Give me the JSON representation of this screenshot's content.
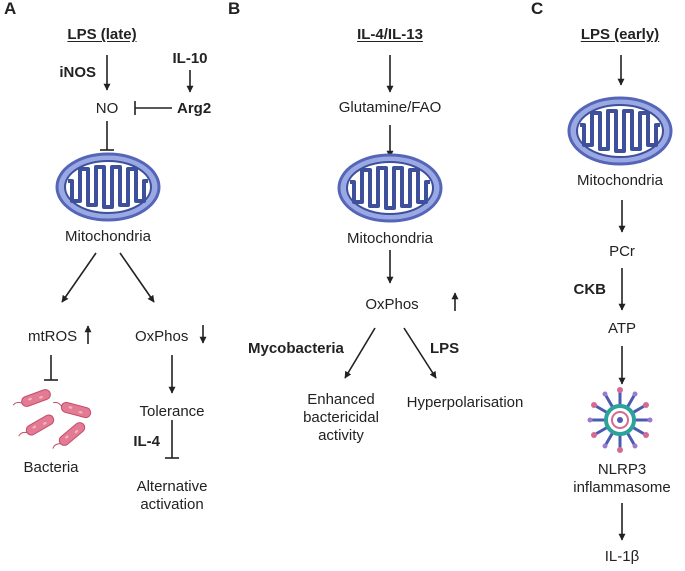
{
  "panel_a": {
    "letter": "A",
    "title": "LPS (late)",
    "inos": "iNOS",
    "il10": "IL-10",
    "no": "NO",
    "arg2": "Arg2",
    "mitochondria": "Mitochondria",
    "mtros": "mtROS",
    "oxphos": "OxPhos",
    "bacteria": "Bacteria",
    "tolerance": "Tolerance",
    "il4": "IL-4",
    "alt_line1": "Alternative",
    "alt_line2": "activation"
  },
  "panel_b": {
    "letter": "B",
    "title": "IL-4/IL-13",
    "glutamine": "Glutamine/FAO",
    "mitochondria": "Mitochondria",
    "oxphos": "OxPhos",
    "mycobacteria": "Mycobacteria",
    "lps": "LPS",
    "enh_line1": "Enhanced",
    "enh_line2": "bactericidal",
    "enh_line3": "activity",
    "hyper": "Hyperpolarisation"
  },
  "panel_c": {
    "letter": "C",
    "title": "LPS (early)",
    "mitochondria": "Mitochondria",
    "pcr": "PCr",
    "ckb": "CKB",
    "atp": "ATP",
    "nlrp3_line1": "NLRP3",
    "nlrp3_line2": "inflammasome",
    "il1b": "IL-1β"
  },
  "colors": {
    "mito_outer": "#7f8fd6",
    "mito_inner": "#3e4f9c",
    "mito_fill": "#9aa8e4",
    "bacteria": "#e0708a",
    "bacteria_dark": "#c44d6b",
    "inflammasome_teal": "#2aa39b",
    "inflammasome_blue": "#4a5bb0",
    "inflammasome_pink": "#d56b92",
    "arrow": "#222222"
  }
}
